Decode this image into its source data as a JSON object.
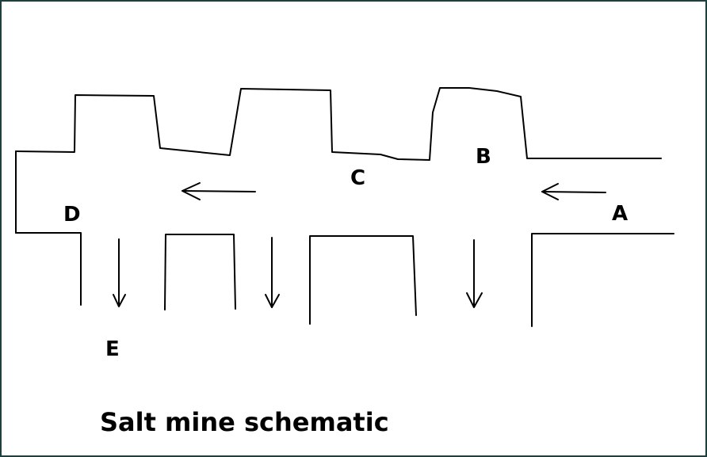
{
  "labels": {
    "A": "A",
    "B": "B",
    "C": "C",
    "D": "D",
    "E": "E"
  },
  "caption": "Salt mine schematic",
  "colors": {
    "line": "#000000",
    "frame": "#1f3f3f",
    "background": "#ffffff"
  }
}
